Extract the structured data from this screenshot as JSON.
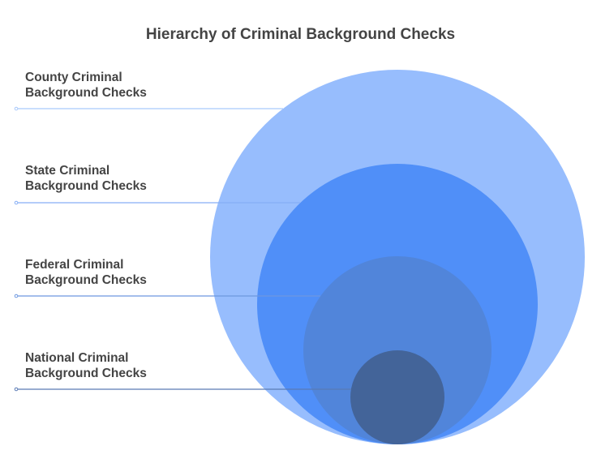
{
  "title": "Hierarchy of Criminal Background Checks",
  "levels": [
    {
      "line1": "County Criminal",
      "line2": "Background Checks",
      "color": "#97BDFD",
      "line_color": "#A9C9FC"
    },
    {
      "line1": "State Criminal",
      "line2": "Background Checks",
      "color": "#508FF8",
      "line_color": "#86AEF5"
    },
    {
      "line1": "Federal Criminal",
      "line2": "Background Checks",
      "color": "#5185DA",
      "line_color": "#6E98E0"
    },
    {
      "line1": "National Criminal",
      "line2": "Background Checks",
      "color": "#436499",
      "line_color": "#5A7BB5"
    }
  ]
}
